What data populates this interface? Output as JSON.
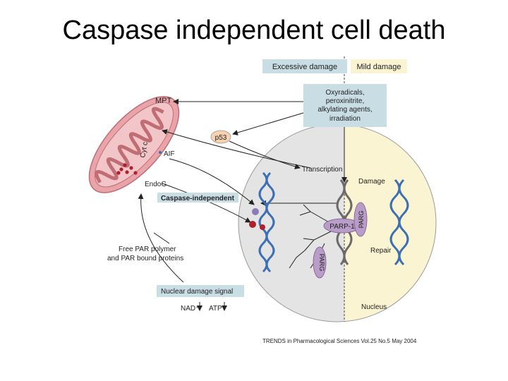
{
  "title": "Caspase independent cell death",
  "diagram": {
    "excessive_damage": "Excessive damage",
    "mild_damage": "Mild damage",
    "damage_agents": [
      "Oxyradicals,",
      "peroxinitrite,",
      "alkylating agents,",
      "irradiation"
    ],
    "mpt": "MPT",
    "p53": "p53",
    "cyt_c": "Cyt c",
    "aif": "AIF",
    "endog": "EndoG",
    "transcription": "Transcription",
    "damage": "Damage",
    "caspase_independent": "Caspase-independent",
    "parp1": "PARP-1",
    "parg_top": "PARG",
    "parg_bottom": "PARG",
    "repair": "Repair",
    "free_par_line1": "Free PAR polymer",
    "free_par_line2": "and PAR bound proteins",
    "nuclear_damage_signal": "Nuclear damage signal",
    "nad": "NAD⁺",
    "atp": "ATP",
    "nucleus": "Nucleus",
    "citation": "TRENDS in Pharmacological Sciences Vol.25 No.5 May 2004"
  },
  "colors": {
    "mitochondria_outer": "#e8a4a8",
    "mitochondria_inner": "#f2c6c8",
    "nucleus_left": "#e4e4e4",
    "nucleus_right": "#fbf4d2",
    "label_box": "#c9dde4",
    "dna_blue": "#3d6fb3",
    "p53_fill": "#f7d1b0",
    "parp_fill": "#b99cc7",
    "dot_red": "#b0202b"
  }
}
